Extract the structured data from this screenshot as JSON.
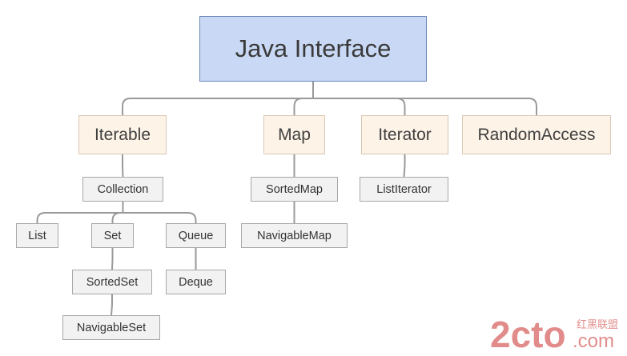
{
  "diagram": {
    "colors": {
      "root_fill": "#c9d9f5",
      "root_border": "#6a86b8",
      "level1_fill": "#fdf3e7",
      "level1_border": "#d8c8b5",
      "level2_fill": "#f2f2f2",
      "level2_border": "#a8a8a8",
      "connector": "#9a9a9a"
    },
    "nodes": {
      "root": "Java Interface",
      "iterable": "Iterable",
      "map": "Map",
      "iterator": "Iterator",
      "random_access": "RandomAccess",
      "collection": "Collection",
      "sorted_map": "SortedMap",
      "list_iterator": "ListIterator",
      "list": "List",
      "set": "Set",
      "queue": "Queue",
      "navigable_map": "NavigableMap",
      "sorted_set": "SortedSet",
      "deque": "Deque",
      "navigable_set": "NavigableSet"
    },
    "edges": [
      [
        "root",
        "iterable"
      ],
      [
        "root",
        "map"
      ],
      [
        "root",
        "iterator"
      ],
      [
        "root",
        "random_access"
      ],
      [
        "iterable",
        "collection"
      ],
      [
        "map",
        "sorted_map"
      ],
      [
        "iterator",
        "list_iterator"
      ],
      [
        "collection",
        "list"
      ],
      [
        "collection",
        "set"
      ],
      [
        "collection",
        "queue"
      ],
      [
        "sorted_map",
        "navigable_map"
      ],
      [
        "set",
        "sorted_set"
      ],
      [
        "queue",
        "deque"
      ],
      [
        "sorted_set",
        "navigable_set"
      ]
    ]
  },
  "watermark": {
    "logo_text": "2cto",
    "logo_suffix": ".com",
    "tagline": "红黑联盟",
    "color": "#c9302c"
  }
}
